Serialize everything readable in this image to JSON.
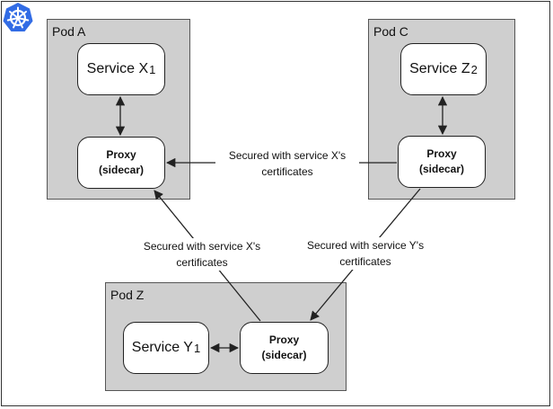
{
  "logo": {
    "icon": "kubernetes-helm-icon",
    "color": "#326ce5"
  },
  "pods": {
    "a": {
      "label": "Pod A",
      "service_name": "Service X",
      "service_sub": "1",
      "proxy_line1": "Proxy",
      "proxy_line2": "(sidecar)"
    },
    "c": {
      "label": "Pod C",
      "service_name": "Service Z",
      "service_sub": "2",
      "proxy_line1": "Proxy",
      "proxy_line2": "(sidecar)"
    },
    "z": {
      "label": "Pod Z",
      "service_name": "Service Y",
      "service_sub": "1",
      "proxy_line1": "Proxy",
      "proxy_line2": "(sidecar)"
    }
  },
  "edges": {
    "c_to_a": {
      "line1": "Secured with service X's",
      "line2": "certificates"
    },
    "z_to_a": {
      "line1": "Secured with service X's",
      "line2": "certificates"
    },
    "c_to_z": {
      "line1": "Secured with service Y's",
      "line2": "certificates"
    }
  },
  "colors": {
    "pod_fill": "#cfcfcf",
    "box_fill": "#ffffff",
    "line": "#222222"
  }
}
